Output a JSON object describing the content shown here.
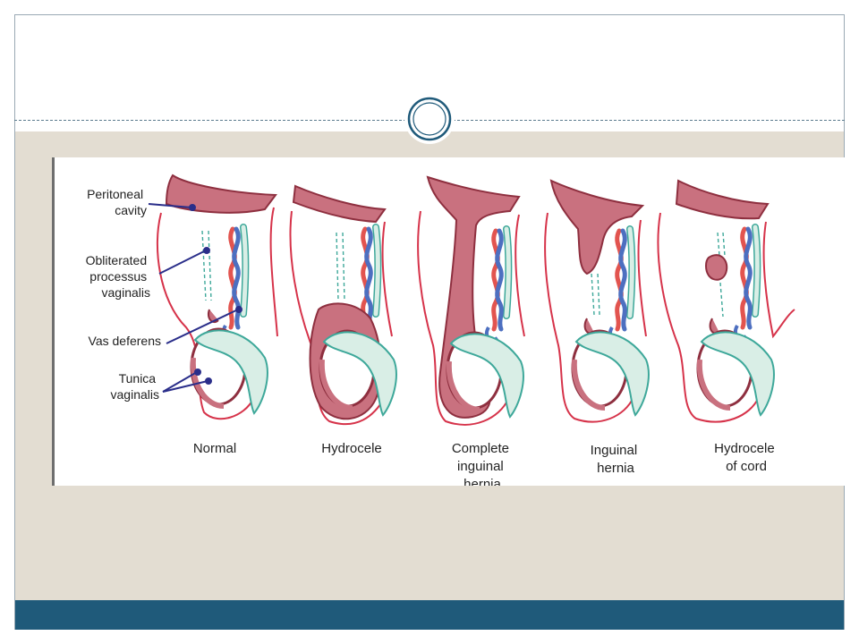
{
  "diagram": {
    "annotations": {
      "peritoneal_cavity": [
        "Peritoneal",
        "cavity"
      ],
      "obliterated_pv": [
        "Obliterated",
        "processus",
        "vaginalis"
      ],
      "vas_deferens": [
        "Vas deferens"
      ],
      "tunica_vaginalis": [
        "Tunica",
        "vaginalis"
      ]
    },
    "panels": [
      {
        "id": "normal",
        "caption": [
          "Normal"
        ]
      },
      {
        "id": "hydrocele",
        "caption": [
          "Hydrocele"
        ]
      },
      {
        "id": "complete-inguinal-hernia",
        "caption": [
          "Complete",
          "inguinal",
          "hernia"
        ]
      },
      {
        "id": "inguinal-hernia",
        "caption": [
          "Inguinal",
          "hernia"
        ]
      },
      {
        "id": "hydrocele-of-cord",
        "caption": [
          "Hydrocele",
          "of cord"
        ]
      }
    ],
    "colors": {
      "sac_fill": "#c9717f",
      "sac_stroke": "#8e2f3f",
      "outline": "#d6334a",
      "vein": "#4d6fc0",
      "artery": "#e2544f",
      "epididymis": "#d9eee6",
      "epididymis_stroke": "#3ea89a",
      "pointer": "#2a2e8a",
      "footer": "#1f5a7a",
      "band": "#e3ddd2"
    }
  }
}
